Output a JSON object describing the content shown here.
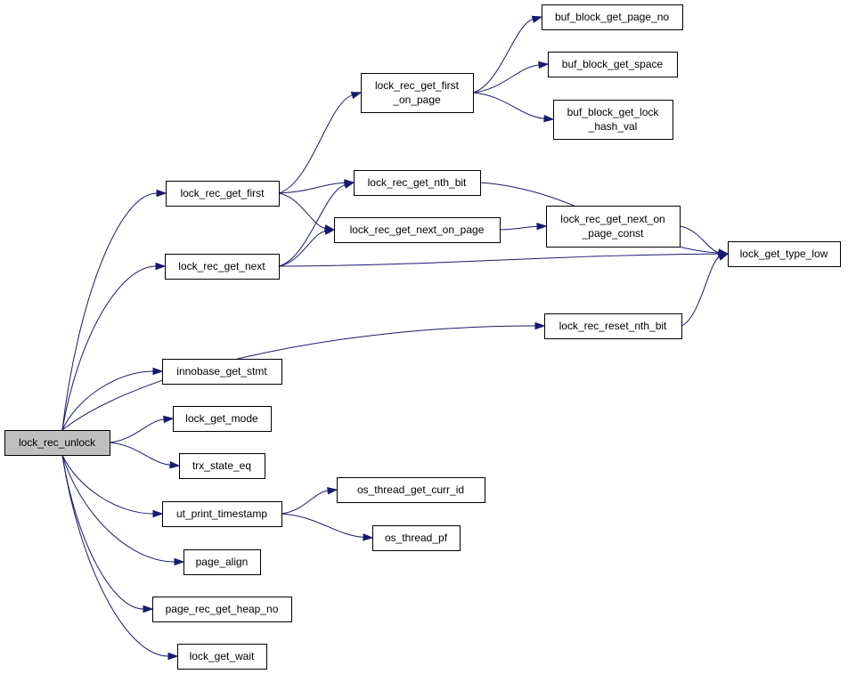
{
  "graph": {
    "colors": {
      "edge": "#191970",
      "root_fill": "#bfbfbf",
      "node_fill": "#ffffff",
      "border": "#000000"
    },
    "nodes": {
      "lock_rec_unlock": {
        "lines": [
          "lock_rec_unlock"
        ]
      },
      "lock_rec_get_first": {
        "lines": [
          "lock_rec_get_first"
        ]
      },
      "lock_rec_get_next": {
        "lines": [
          "lock_rec_get_next"
        ]
      },
      "innobase_get_stmt": {
        "lines": [
          "innobase_get_stmt"
        ]
      },
      "lock_get_mode": {
        "lines": [
          "lock_get_mode"
        ]
      },
      "trx_state_eq": {
        "lines": [
          "trx_state_eq"
        ]
      },
      "ut_print_timestamp": {
        "lines": [
          "ut_print_timestamp"
        ]
      },
      "page_align": {
        "lines": [
          "page_align"
        ]
      },
      "page_rec_get_heap_no": {
        "lines": [
          "page_rec_get_heap_no"
        ]
      },
      "lock_get_wait": {
        "lines": [
          "lock_get_wait"
        ]
      },
      "lock_rec_get_first_on_page": {
        "lines": [
          "lock_rec_get_first",
          "_on_page"
        ]
      },
      "lock_rec_get_nth_bit": {
        "lines": [
          "lock_rec_get_nth_bit"
        ]
      },
      "lock_rec_get_next_on_page": {
        "lines": [
          "lock_rec_get_next_on_page"
        ]
      },
      "lock_rec_reset_nth_bit": {
        "lines": [
          "lock_rec_reset_nth_bit"
        ]
      },
      "os_thread_get_curr_id": {
        "lines": [
          "os_thread_get_curr_id"
        ]
      },
      "os_thread_pf": {
        "lines": [
          "os_thread_pf"
        ]
      },
      "buf_block_get_page_no": {
        "lines": [
          "buf_block_get_page_no"
        ]
      },
      "buf_block_get_space": {
        "lines": [
          "buf_block_get_space"
        ]
      },
      "buf_block_get_lock_hash_val": {
        "lines": [
          "buf_block_get_lock",
          "_hash_val"
        ]
      },
      "lock_rec_get_next_on_page_const": {
        "lines": [
          "lock_rec_get_next_on",
          "_page_const"
        ]
      },
      "lock_get_type_low": {
        "lines": [
          "lock_get_type_low"
        ]
      }
    },
    "edges": [
      [
        "lock_rec_unlock",
        "lock_rec_get_first"
      ],
      [
        "lock_rec_unlock",
        "lock_rec_get_next"
      ],
      [
        "lock_rec_unlock",
        "lock_rec_reset_nth_bit"
      ],
      [
        "lock_rec_unlock",
        "innobase_get_stmt"
      ],
      [
        "lock_rec_unlock",
        "lock_get_mode"
      ],
      [
        "lock_rec_unlock",
        "trx_state_eq"
      ],
      [
        "lock_rec_unlock",
        "ut_print_timestamp"
      ],
      [
        "lock_rec_unlock",
        "page_align"
      ],
      [
        "lock_rec_unlock",
        "page_rec_get_heap_no"
      ],
      [
        "lock_rec_unlock",
        "lock_get_wait"
      ],
      [
        "lock_rec_get_first",
        "lock_rec_get_first_on_page"
      ],
      [
        "lock_rec_get_first",
        "lock_rec_get_nth_bit"
      ],
      [
        "lock_rec_get_first",
        "lock_rec_get_next_on_page"
      ],
      [
        "lock_rec_get_next",
        "lock_rec_get_nth_bit"
      ],
      [
        "lock_rec_get_next",
        "lock_rec_get_next_on_page"
      ],
      [
        "lock_rec_get_next",
        "lock_get_type_low"
      ],
      [
        "lock_rec_get_first_on_page",
        "buf_block_get_page_no"
      ],
      [
        "lock_rec_get_first_on_page",
        "buf_block_get_space"
      ],
      [
        "lock_rec_get_first_on_page",
        "buf_block_get_lock_hash_val"
      ],
      [
        "lock_rec_get_nth_bit",
        "lock_get_type_low"
      ],
      [
        "lock_rec_get_next_on_page",
        "lock_rec_get_next_on_page_const"
      ],
      [
        "lock_rec_get_next_on_page_const",
        "lock_get_type_low"
      ],
      [
        "lock_rec_reset_nth_bit",
        "lock_get_type_low"
      ],
      [
        "ut_print_timestamp",
        "os_thread_get_curr_id"
      ],
      [
        "ut_print_timestamp",
        "os_thread_pf"
      ]
    ]
  }
}
